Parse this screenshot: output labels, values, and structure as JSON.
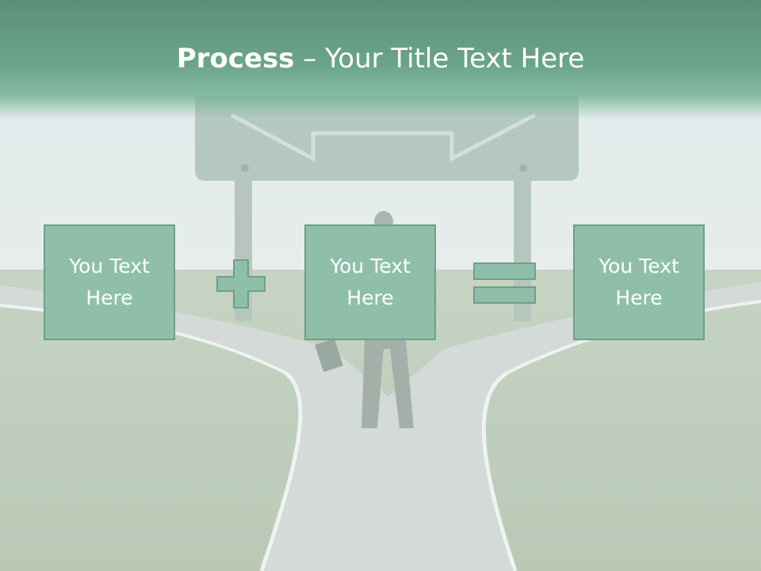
{
  "title": {
    "bold": "Process",
    "rest": " – Your Title Text Here"
  },
  "boxes": [
    {
      "text": "You Text Here"
    },
    {
      "text": "You Text Here"
    },
    {
      "text": "You Text Here"
    }
  ],
  "operators": {
    "first": "plus-icon",
    "second": "equals-icon"
  },
  "colors": {
    "title_band": "#6aa58a",
    "box_fill": "#8fbfaa",
    "box_border": "#6e9f89",
    "text": "#ffffff"
  }
}
